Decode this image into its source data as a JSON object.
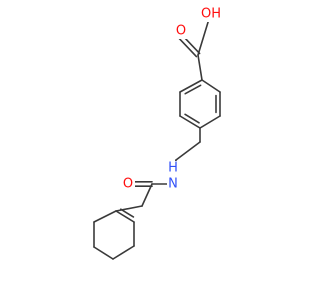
{
  "molecule": {
    "atoms": {
      "carbonyl_o_acid": {
        "text": "O",
        "color": "#ff0d0d"
      },
      "hydroxyl": {
        "text": "OH",
        "color": "#ff0d0d"
      },
      "amide_n": {
        "text": "N",
        "color": "#3050f8"
      },
      "amide_o": {
        "text": "O",
        "color": "#ff0d0d"
      },
      "amide_h": {
        "text": "H",
        "color": "#3050f8"
      }
    },
    "bond_color": "#3a3a3a"
  }
}
